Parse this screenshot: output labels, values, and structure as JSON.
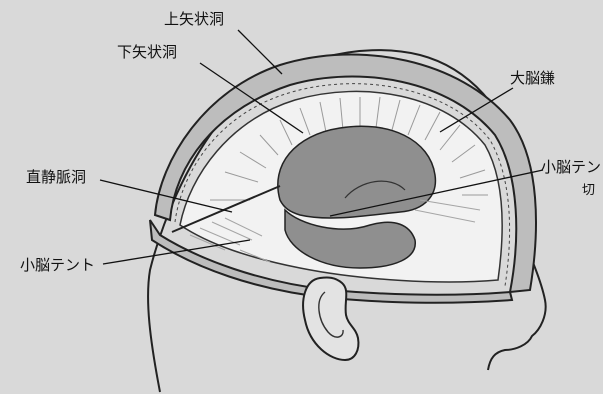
{
  "labels": {
    "superior_sagittal_sinus": "上矢状洞",
    "inferior_sagittal_sinus": "下矢状洞",
    "falx_cerebri": "大脳鎌",
    "straight_sinus": "直静脈洞",
    "tentorium_cerebelli_left": "小脳テント",
    "tentorium_cerebelli_right": "小脳テン",
    "notch_fragment": "切"
  },
  "colors": {
    "background": "#d9d9d9",
    "line": "#222222",
    "dura": "#f2f2f2",
    "brain_fill": "#8f8f8f"
  }
}
